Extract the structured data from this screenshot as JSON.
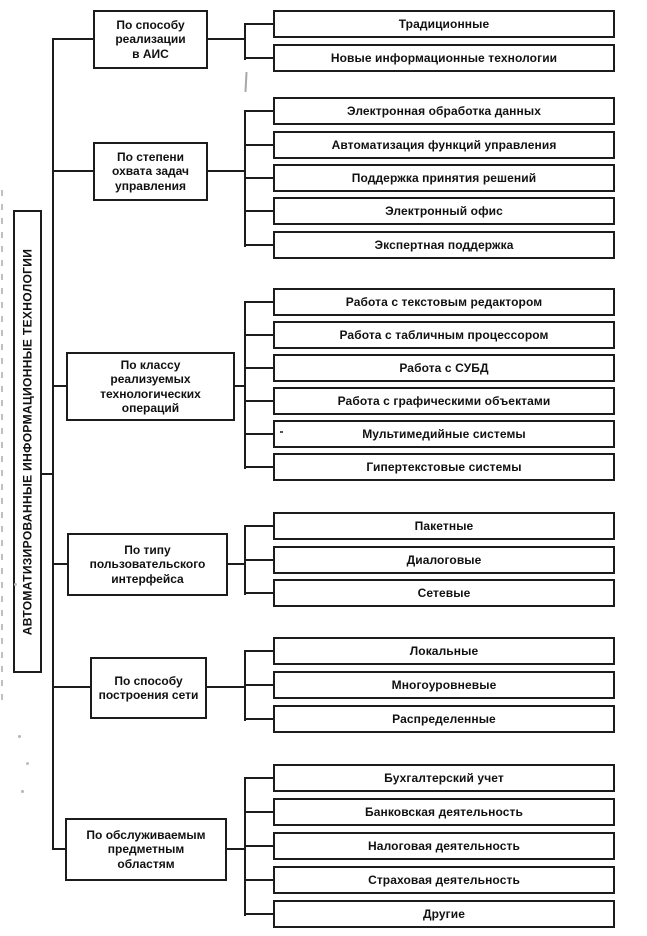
{
  "page": {
    "background": "#ffffff"
  },
  "diagram": {
    "type": "classification-tree",
    "root_label": "АВТОМАТИЗИРОВАННЫЕ ИНФОРМАЦИОННЫЕ ТЕХНОЛОГИИ",
    "colors": {
      "line": "#1c1c1c",
      "box_background": "#ffffff",
      "text": "#111111"
    },
    "groups": [
      {
        "category": "По способу реализации в АИС",
        "leaves": [
          "Традиционные",
          "Новые информационные технологии"
        ]
      },
      {
        "category": "По степени охвата задач управления",
        "leaves": [
          "Электронная обработка данных",
          "Автоматизация функций управления",
          "Поддержка принятия решений",
          "Электронный офис",
          "Экспертная поддержка"
        ]
      },
      {
        "category": "По классу реализуемых технологических операций",
        "leaves": [
          "Работа с текстовым редактором",
          "Работа с табличным процессором",
          "Работа с СУБД",
          "Работа с графическими объектами",
          "Мультимедийные системы",
          "Гипертекстовые системы"
        ]
      },
      {
        "category": "По типу пользовательского интерфейса",
        "leaves": [
          "Пакетные",
          "Диалоговые",
          "Сетевые"
        ]
      },
      {
        "category": "По способу построения сети",
        "leaves": [
          "Локальные",
          "Многоуровневые",
          "Распределенные"
        ]
      },
      {
        "category": "По обслуживаемым предметным областям",
        "leaves": [
          "Бухгалтерский учет",
          "Банковская деятельность",
          "Налоговая деятельность",
          "Страховая деятельность",
          "Другие"
        ]
      }
    ]
  }
}
